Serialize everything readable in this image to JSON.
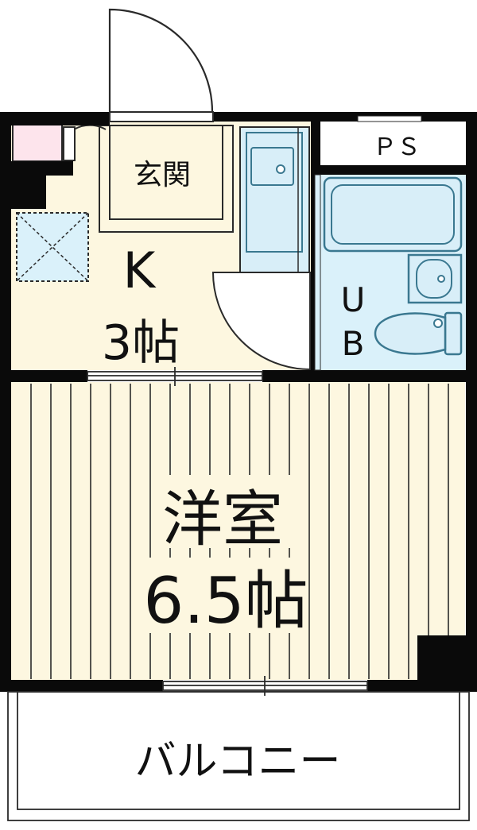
{
  "rooms": {
    "genkan": {
      "label": "玄関"
    },
    "kitchen": {
      "label": "K",
      "size": "3帖"
    },
    "ps": {
      "label": "ＰＳ"
    },
    "bath": {
      "label_1": "U",
      "label_2": "B"
    },
    "western": {
      "label": "洋室",
      "size": "6.5帖"
    },
    "balcony": {
      "label": "バルコニー"
    }
  },
  "colors": {
    "wall": "#0a0a0a",
    "floor_cream": "#fdf7e0",
    "tile_blue": "#daf1fa",
    "fixture_fill": "#d8eef8",
    "fixture_line": "#3a7890",
    "accent_pink": "#fde4ec"
  }
}
